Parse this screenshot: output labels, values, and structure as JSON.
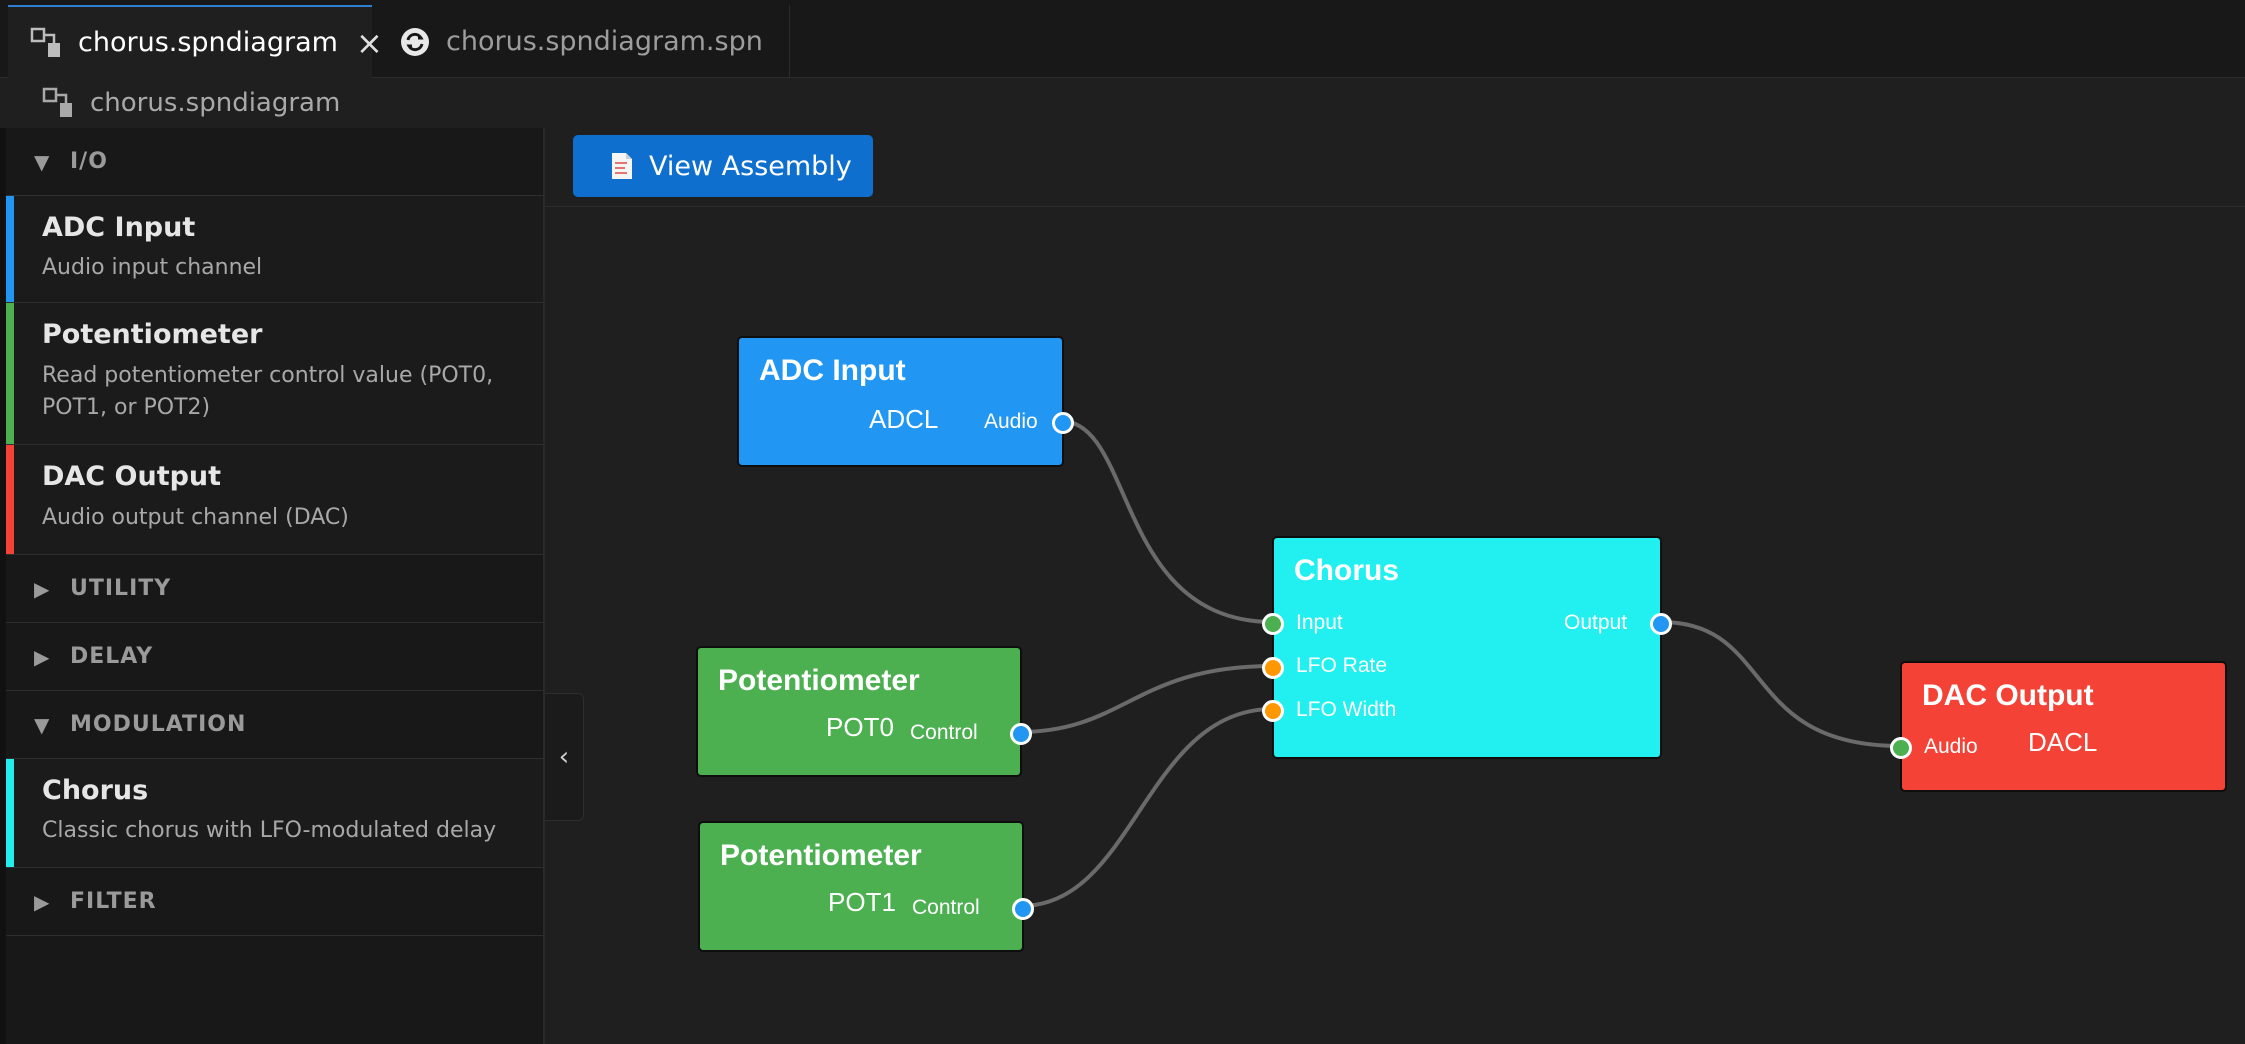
{
  "tabs": [
    {
      "label": "chorus.spndiagram",
      "icon": "diagram-file-icon",
      "close": "×"
    },
    {
      "label": "chorus.spndiagram.spn",
      "icon": "sync-file-icon"
    }
  ],
  "breadcrumb": {
    "label": "chorus.spndiagram",
    "icon": "diagram-file-icon"
  },
  "toolbar": {
    "view_assembly_label": "View Assembly"
  },
  "sidebar": {
    "categories": {
      "io": {
        "label": "I/O",
        "expanded": true
      },
      "utility": {
        "label": "UTILITY",
        "expanded": false
      },
      "delay": {
        "label": "DELAY",
        "expanded": false
      },
      "modulation": {
        "label": "MODULATION",
        "expanded": true
      },
      "filter": {
        "label": "FILTER",
        "expanded": false
      }
    },
    "items": {
      "adc": {
        "title": "ADC Input",
        "desc": "Audio input channel",
        "color": "#2196f3"
      },
      "pot": {
        "title": "Potentiometer",
        "desc": "Read potentiometer control value (POT0, POT1, or POT2)",
        "color": "#4caf50"
      },
      "dac": {
        "title": "DAC Output",
        "desc": "Audio output channel (DAC)",
        "color": "#f44336"
      },
      "chorus": {
        "title": "Chorus",
        "desc": "Classic chorus with LFO-modulated delay",
        "color": "#22eeee"
      }
    },
    "collapse_glyph": "‹"
  },
  "nodes": {
    "adc": {
      "title": "ADC Input",
      "value": "ADCL",
      "port": "Audio",
      "color": "#2196f3"
    },
    "pot0": {
      "title": "Potentiometer",
      "value": "POT0",
      "port": "Control",
      "color": "#4caf50"
    },
    "pot1": {
      "title": "Potentiometer",
      "value": "POT1",
      "port": "Control",
      "color": "#4caf50"
    },
    "chorus": {
      "title": "Chorus",
      "inputs": [
        "Input",
        "LFO Rate",
        "LFO Width"
      ],
      "output": "Output",
      "color": "#22f0f0"
    },
    "dac": {
      "title": "DAC Output",
      "value": "DACL",
      "port": "Audio",
      "color": "#f44336"
    }
  },
  "port_colors": {
    "audio_in": "#4caf50",
    "control_in": "#ff9800",
    "out": "#2196f3"
  }
}
